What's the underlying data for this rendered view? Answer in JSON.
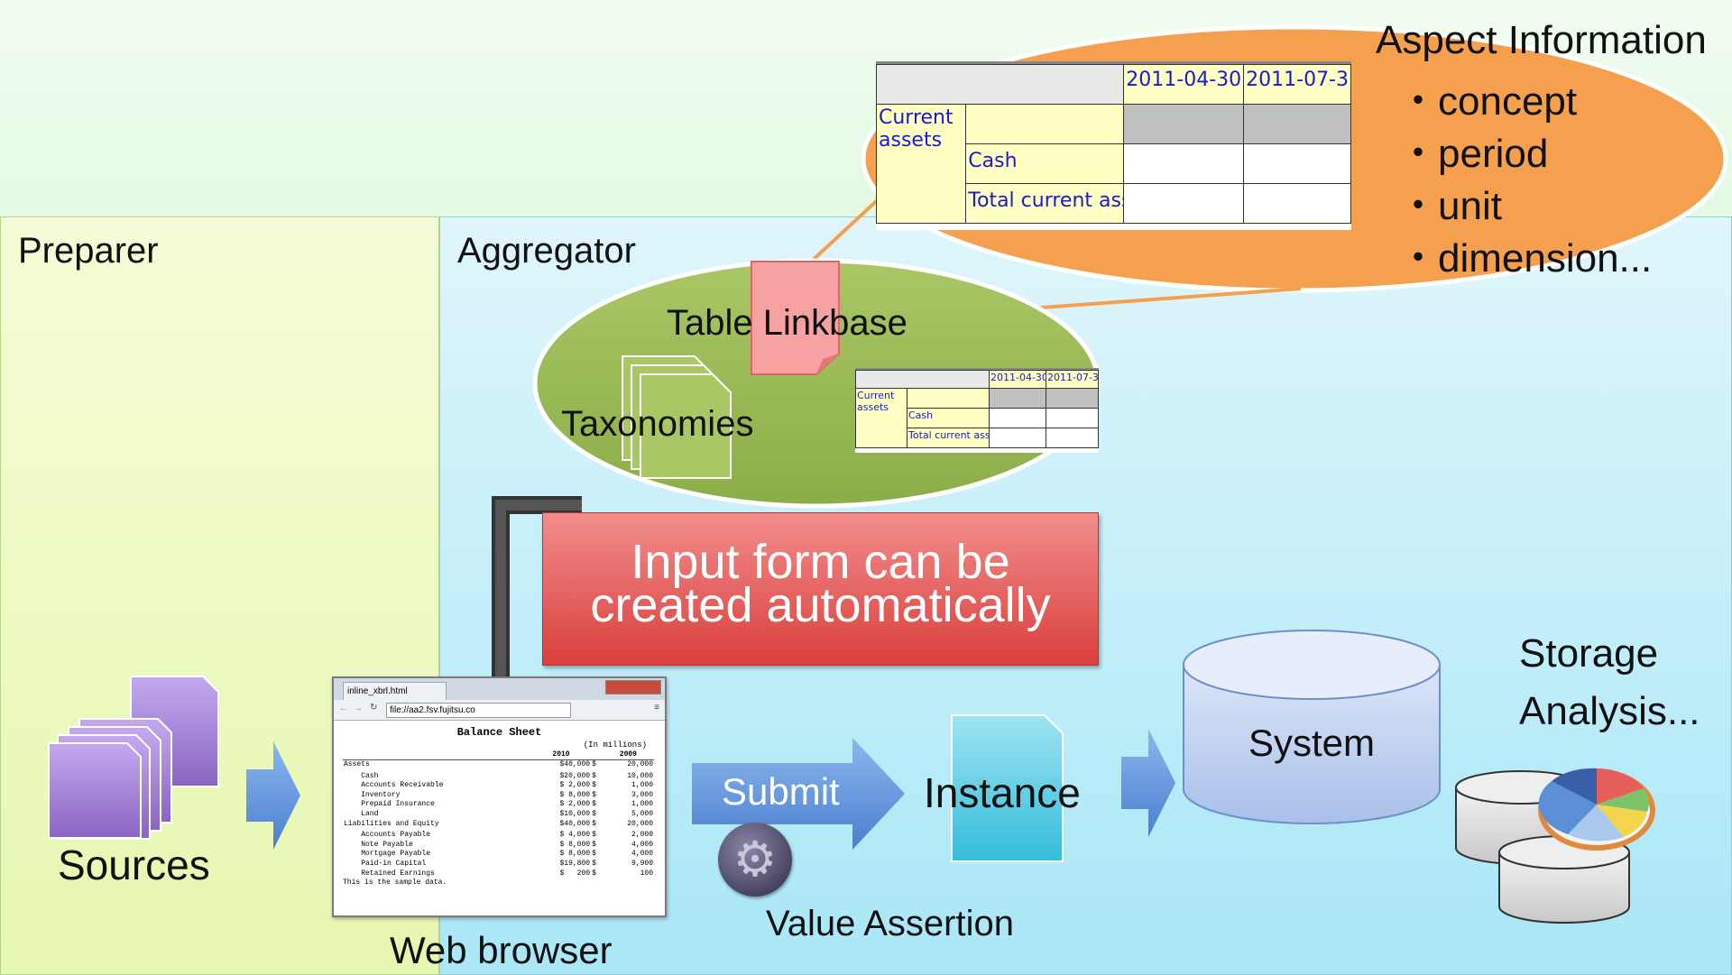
{
  "panels": {
    "preparer": "Preparer",
    "aggregator": "Aggregator"
  },
  "aspect": {
    "title": "Aspect Information",
    "items": [
      "・concept",
      "・period",
      "・unit",
      "・dimension..."
    ]
  },
  "table": {
    "col1": "2011-04-30",
    "col2": "2011-07-3",
    "row_group": "Current assets",
    "row1": "Cash",
    "row2": "Total current ass"
  },
  "linkbase": {
    "table_linkbase": "Table Linkbase",
    "taxonomies": "Taxonomies"
  },
  "banner": {
    "line1": "Input form can be",
    "line2": "created automatically"
  },
  "sources": "Sources",
  "web_browser": {
    "label": "Web browser",
    "tab": "inline_xbrl.html",
    "address": "file://aa2.fsv.fujitsu.co",
    "title": "Balance Sheet",
    "unit": "(In millions)",
    "years": [
      "2010",
      "2009"
    ],
    "rows": [
      [
        "Assets",
        "$40,000",
        "$",
        "20,000"
      ],
      [
        "",
        "",
        "",
        ""
      ],
      [
        "    Cash",
        "$20,000",
        "$",
        "10,000"
      ],
      [
        "    Accounts Receivable",
        "$ 2,000",
        "$",
        "1,000"
      ],
      [
        "    Inventory",
        "$ 8,000",
        "$",
        "3,000"
      ],
      [
        "    Prepaid Insurance",
        "$ 2,000",
        "$",
        "1,000"
      ],
      [
        "    Land",
        "$10,000",
        "$",
        "5,000"
      ],
      [
        "Liabilities and Equity",
        "$40,000",
        "$",
        "20,000"
      ],
      [
        "",
        "",
        "",
        ""
      ],
      [
        "    Accounts Payable",
        "$ 4,000",
        "$",
        "2,000"
      ],
      [
        "    Note Payable",
        "$ 8,000",
        "$",
        "4,000"
      ],
      [
        "    Mortgage Payable",
        "$ 8,000",
        "$",
        "4,000"
      ],
      [
        "    Paid-in Capital",
        "$19,800",
        "$",
        "9,900"
      ],
      [
        "    Retained Earnings",
        "$   200",
        "$",
        "100"
      ]
    ],
    "footer": "This is the sample data."
  },
  "submit": "Submit",
  "instance": "Instance",
  "value_assertion": "Value Assertion",
  "system": "System",
  "storage": {
    "line1": "Storage",
    "line2": "Analysis..."
  },
  "colors": {
    "preparer_bg": "#eef9c2",
    "aggregator_bg": "#c9effa",
    "orange": "#f5a04f",
    "green": "#9bbb59",
    "banner": "#e0514f",
    "arrow_blue": "#5b8fd6",
    "purple": "#9f7fd0",
    "cyan": "#46c6e3",
    "cylinder": "#b9cdee"
  }
}
